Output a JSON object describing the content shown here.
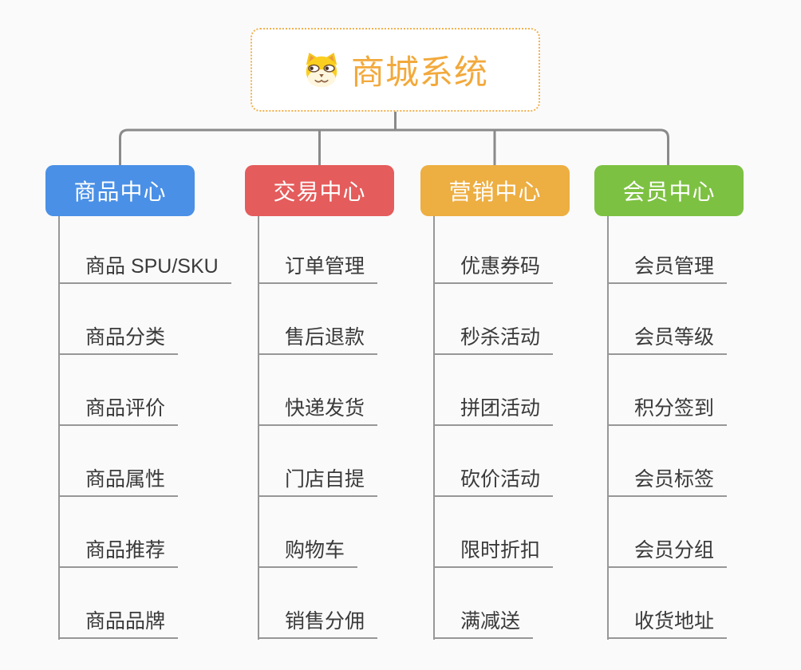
{
  "root": {
    "label": "商城系统",
    "icon": "doge-face-icon",
    "text_color": "#F2A93C",
    "border_color": "#F0B150",
    "background": "#FFFFFF"
  },
  "canvas": {
    "background": "#FAFAFA",
    "connector_color": "#8A8A8A",
    "line_color": "#979797"
  },
  "branches": [
    {
      "label": "商品中心",
      "color": "#4A90E6",
      "items": [
        "商品 SPU/SKU",
        "商品分类",
        "商品评价",
        "商品属性",
        "商品推荐",
        "商品品牌"
      ]
    },
    {
      "label": "交易中心",
      "color": "#E45C5C",
      "items": [
        "订单管理",
        "售后退款",
        "快递发货",
        "门店自提",
        "购物车",
        "销售分佣"
      ]
    },
    {
      "label": "营销中心",
      "color": "#EDAE42",
      "items": [
        "优惠券码",
        "秒杀活动",
        "拼团活动",
        "砍价活动",
        "限时折扣",
        "满减送"
      ]
    },
    {
      "label": "会员中心",
      "color": "#7DC142",
      "items": [
        "会员管理",
        "会员等级",
        "积分签到",
        "会员标签",
        "会员分组",
        "收货地址"
      ]
    }
  ]
}
